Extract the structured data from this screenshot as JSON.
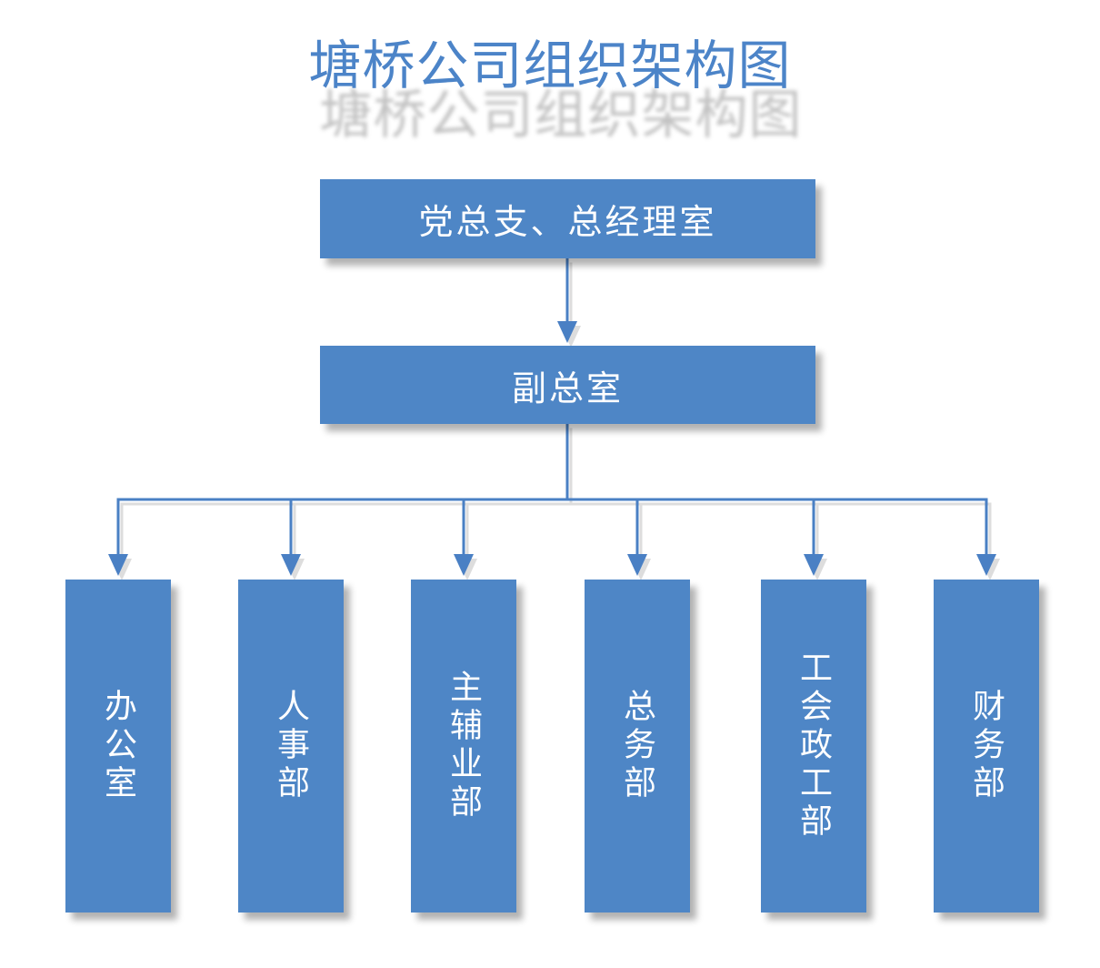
{
  "title": "塘桥公司组织架构图",
  "org": {
    "root": {
      "label": "党总支、总经理室"
    },
    "deputy": {
      "label": "副总室"
    },
    "departments": [
      {
        "label": "办公室"
      },
      {
        "label": "人事部"
      },
      {
        "label": "主辅业部"
      },
      {
        "label": "总务部"
      },
      {
        "label": "工会政工部"
      },
      {
        "label": "财务部"
      }
    ]
  },
  "colors": {
    "node_fill": "#4E86C6",
    "connector_blue": "#4A80C4",
    "title_blue": "#4C84C8",
    "node_text": "#FFFFFF",
    "shadow_gray": "#9F9F9F"
  }
}
